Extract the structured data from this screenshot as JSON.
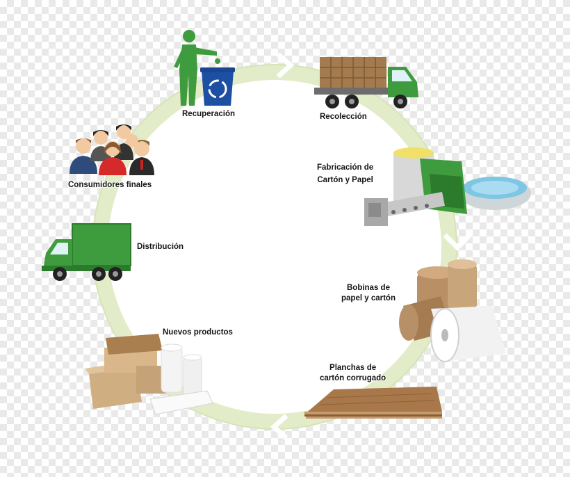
{
  "colors": {
    "ring": "#e2ecc8",
    "ring_edge": "#d4e2b0",
    "center": "#ffffff",
    "green": "#3e9b3e",
    "green_dark": "#2c7a2c",
    "cardboard": "#c89e70",
    "bin_blue": "#1d4fa3"
  },
  "steps": [
    {
      "id": "recuperacion",
      "icon": "recycling-person-icon",
      "lines": [
        "Recuperación"
      ]
    },
    {
      "id": "recoleccion",
      "icon": "cargo-truck-icon",
      "lines": [
        "Recolección"
      ]
    },
    {
      "id": "fabricacion",
      "icon": "paper-factory-icon",
      "lines": [
        "Fabricación de",
        "Cartón y Papel"
      ]
    },
    {
      "id": "bobinas",
      "icon": "paper-rolls-icon",
      "lines": [
        "Bobinas de",
        "papel y cartón"
      ]
    },
    {
      "id": "planchas",
      "icon": "corrugated-sheets-icon",
      "lines": [
        "Planchas de",
        "cartón corrugado"
      ]
    },
    {
      "id": "nuevos",
      "icon": "boxes-and-rolls-icon",
      "lines": [
        "Nuevos productos"
      ]
    },
    {
      "id": "distribucion",
      "icon": "delivery-truck-icon",
      "lines": [
        "Distribución"
      ]
    },
    {
      "id": "consumidores",
      "icon": "people-group-icon",
      "lines": [
        "Consumidores finales"
      ]
    }
  ]
}
